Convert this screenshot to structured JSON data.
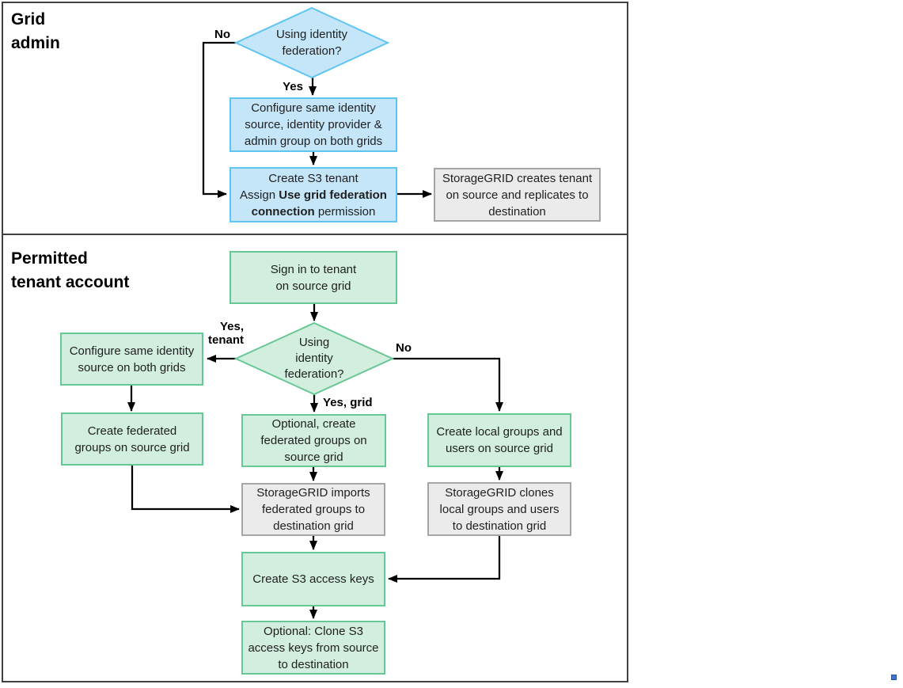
{
  "colors": {
    "blue_fill": "#c5e6f9",
    "blue_border": "#5ec5f2",
    "green_fill": "#d2eede",
    "green_border": "#67c795",
    "grey_fill": "#ebebeb",
    "grey_border": "#a6a6a6",
    "line": "#000000",
    "frame": "#404040",
    "dot_color": "#4472c4"
  },
  "grid_admin": {
    "title_line1": "Grid",
    "title_line2": "admin",
    "diamond": {
      "line1": "Using  identity",
      "line2": "federation?"
    },
    "label_no": "No",
    "label_yes": "Yes",
    "box_configure": {
      "line1": "Configure same identity",
      "line2": "source, identity provider &",
      "line3": "admin group on both grids"
    },
    "box_create_tenant": {
      "line1": "Create S3 tenant",
      "line2_normal": "Assign",
      "line2_bold": "Use grid federation",
      "line3_bold": "connection",
      "line3_normal": "permission"
    },
    "box_replicates": {
      "line1": "StorageGRID creates tenant",
      "line2": "on source and replicates to",
      "line3": "destination"
    }
  },
  "tenant": {
    "title_line1": "Permitted",
    "title_line2": "tenant account",
    "box_signin": {
      "line1": "Sign in to tenant",
      "line2": "on source grid"
    },
    "diamond": {
      "line1": "Using",
      "line2": "identity",
      "line3": "federation?"
    },
    "label_yes_tenant_line1": "Yes,",
    "label_yes_tenant_line2": "tenant",
    "label_no": "No",
    "label_yes_grid": "Yes, grid",
    "box_configure": {
      "line1": "Configure same identity",
      "line2": "source on both grids"
    },
    "box_create_federated": {
      "line1": "Create federated",
      "line2": "groups on source grid"
    },
    "box_optional_federated": {
      "line1": "Optional, create",
      "line2": "federated groups on",
      "line3": "source grid"
    },
    "box_imports": {
      "line1": "StorageGRID imports",
      "line2": "federated groups to",
      "line3": "destination grid"
    },
    "box_access_keys": {
      "line1": "Create S3 access keys"
    },
    "box_clone_keys": {
      "line1": "Optional: Clone S3",
      "line2": "access keys from source",
      "line3": "to destination"
    },
    "box_local_groups": {
      "line1": "Create local groups and",
      "line2": "users on source grid"
    },
    "box_clones": {
      "line1": "StorageGRID clones",
      "line2": "local groups and users",
      "line3": "to destination grid"
    }
  }
}
